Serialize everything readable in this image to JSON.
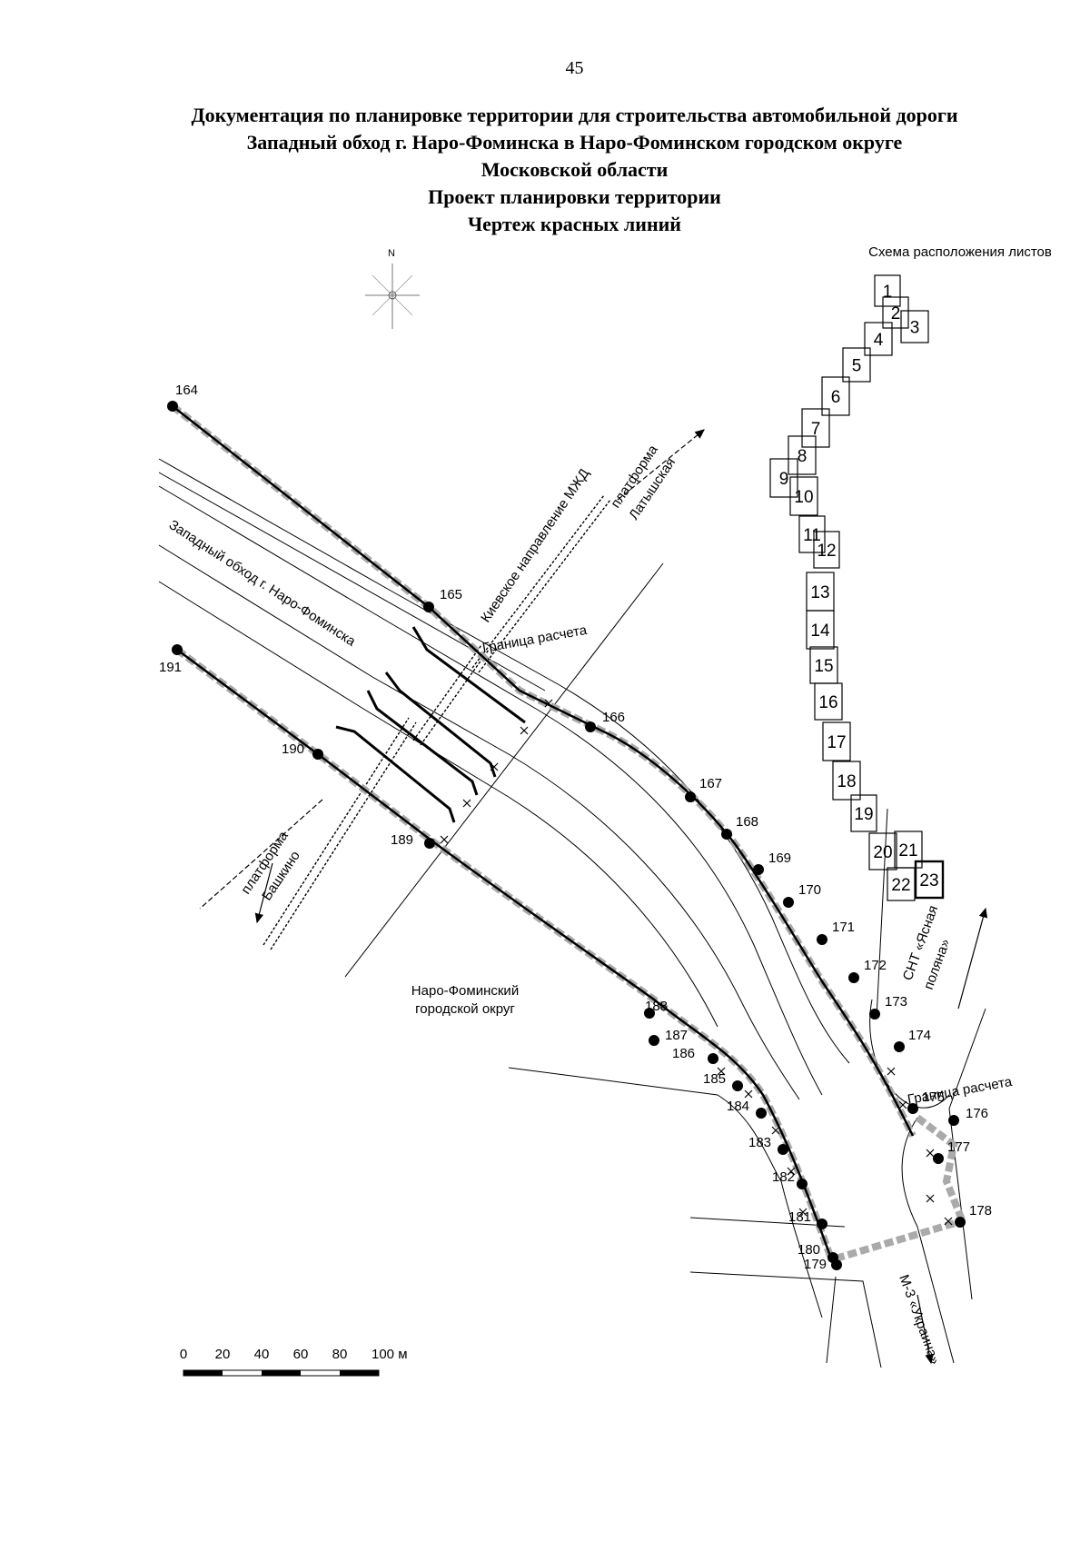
{
  "page_number": "45",
  "title_lines": [
    "Документация по планировке территории для строительства автомобильной дороги",
    "Западный обход г. Наро-Фоминска в Наро-Фоминском городском округе",
    "Московской области",
    "Проект планировки территории",
    "Чертеж красных линий"
  ],
  "compass_label": "N",
  "inset_title": "Схема расположения листов",
  "sheets": [
    "1",
    "2",
    "3",
    "4",
    "5",
    "6",
    "7",
    "8",
    "9",
    "10",
    "11",
    "12",
    "13",
    "14",
    "15",
    "16",
    "17",
    "18",
    "19",
    "20",
    "21",
    "22",
    "23"
  ],
  "points": [
    "164",
    "165",
    "166",
    "167",
    "168",
    "169",
    "170",
    "171",
    "172",
    "173",
    "174",
    "175",
    "176",
    "177",
    "178",
    "179",
    "180",
    "181",
    "182",
    "183",
    "184",
    "185",
    "186",
    "187",
    "188",
    "189",
    "190",
    "191"
  ],
  "labels": {
    "railway": "Киевское направление МЖД",
    "platform_latyshskaya": [
      "платформа",
      "Латышская"
    ],
    "platform_bashkino": [
      "платформа",
      "Башкино"
    ],
    "road": "Западный обход г. Наро-Фоминска",
    "district": [
      "Наро-Фоминский",
      "городской округ"
    ],
    "snt": [
      "СНТ «Ясная",
      "поляна»"
    ],
    "m3": "М-3 «Украина»",
    "calc_boundary": "Граница расчета"
  },
  "scale_bar": {
    "ticks": [
      "0",
      "20",
      "40",
      "60",
      "80",
      "100 м"
    ]
  }
}
